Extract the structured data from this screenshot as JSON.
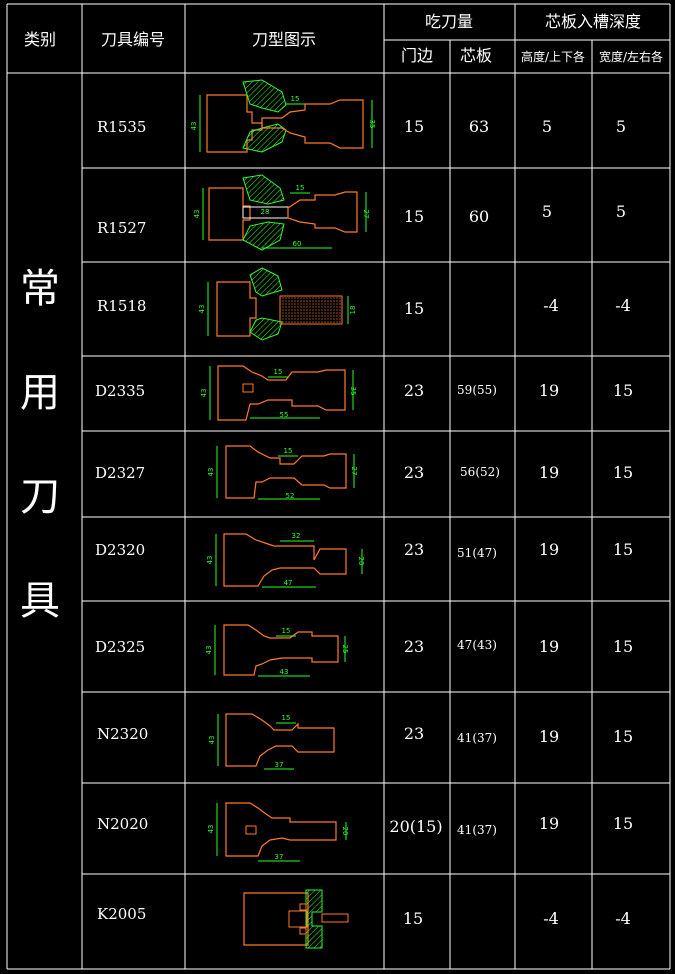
{
  "headers": {
    "category": "类别",
    "tool_no": "刀具编号",
    "profile": "刀型图示",
    "cut_amount": "吃刀量",
    "door_edge": "门边",
    "core_panel": "芯板",
    "groove_depth": "芯板入槽深度",
    "height": "高度/上下各",
    "width": "宽度/左右各"
  },
  "category_chars": [
    "常",
    "用",
    "刀",
    "具"
  ],
  "rows": [
    {
      "code": "R1535",
      "door": "15",
      "core": "63",
      "h": "5",
      "w": "5",
      "dims": {
        "h": "43",
        "top": "15",
        "right": "35"
      }
    },
    {
      "code": "R1527",
      "door": "15",
      "core": "60",
      "h": "5",
      "w": "5",
      "dims": {
        "h": "43",
        "top": "15",
        "right": "27",
        "mid": "28",
        "bottom": "60"
      }
    },
    {
      "code": "R1518",
      "door": "15",
      "core": "",
      "h": "-4",
      "w": "-4",
      "dims": {
        "h": "43",
        "right": "18"
      }
    },
    {
      "code": "D2335",
      "door": "23",
      "core": "59(55)",
      "h": "19",
      "w": "15",
      "dims": {
        "h": "43",
        "top": "15",
        "right": "35",
        "bottom": "55"
      }
    },
    {
      "code": "D2327",
      "door": "23",
      "core": "56(52)",
      "h": "19",
      "w": "15",
      "dims": {
        "h": "43",
        "top": "15",
        "right": "27",
        "bottom": "52"
      }
    },
    {
      "code": "D2320",
      "door": "23",
      "core": "51(47)",
      "h": "19",
      "w": "15",
      "dims": {
        "h": "43",
        "top": "32",
        "right": "20",
        "bottom": "47"
      }
    },
    {
      "code": "D2325",
      "door": "23",
      "core": "47(43)",
      "h": "19",
      "w": "15",
      "dims": {
        "h": "43",
        "top": "15",
        "right": "25",
        "bottom": "43"
      }
    },
    {
      "code": "N2320",
      "door": "23",
      "core": "41(37)",
      "h": "19",
      "w": "15",
      "dims": {
        "h": "43",
        "top": "15",
        "bottom": "37"
      }
    },
    {
      "code": "N2020",
      "door": "20(15)",
      "core": "41(37)",
      "h": "19",
      "w": "15",
      "dims": {
        "h": "43",
        "right": "20",
        "bottom": "37"
      }
    },
    {
      "code": "K2005",
      "door": "15",
      "core": "",
      "h": "-4",
      "w": "-4",
      "dims": {}
    }
  ]
}
